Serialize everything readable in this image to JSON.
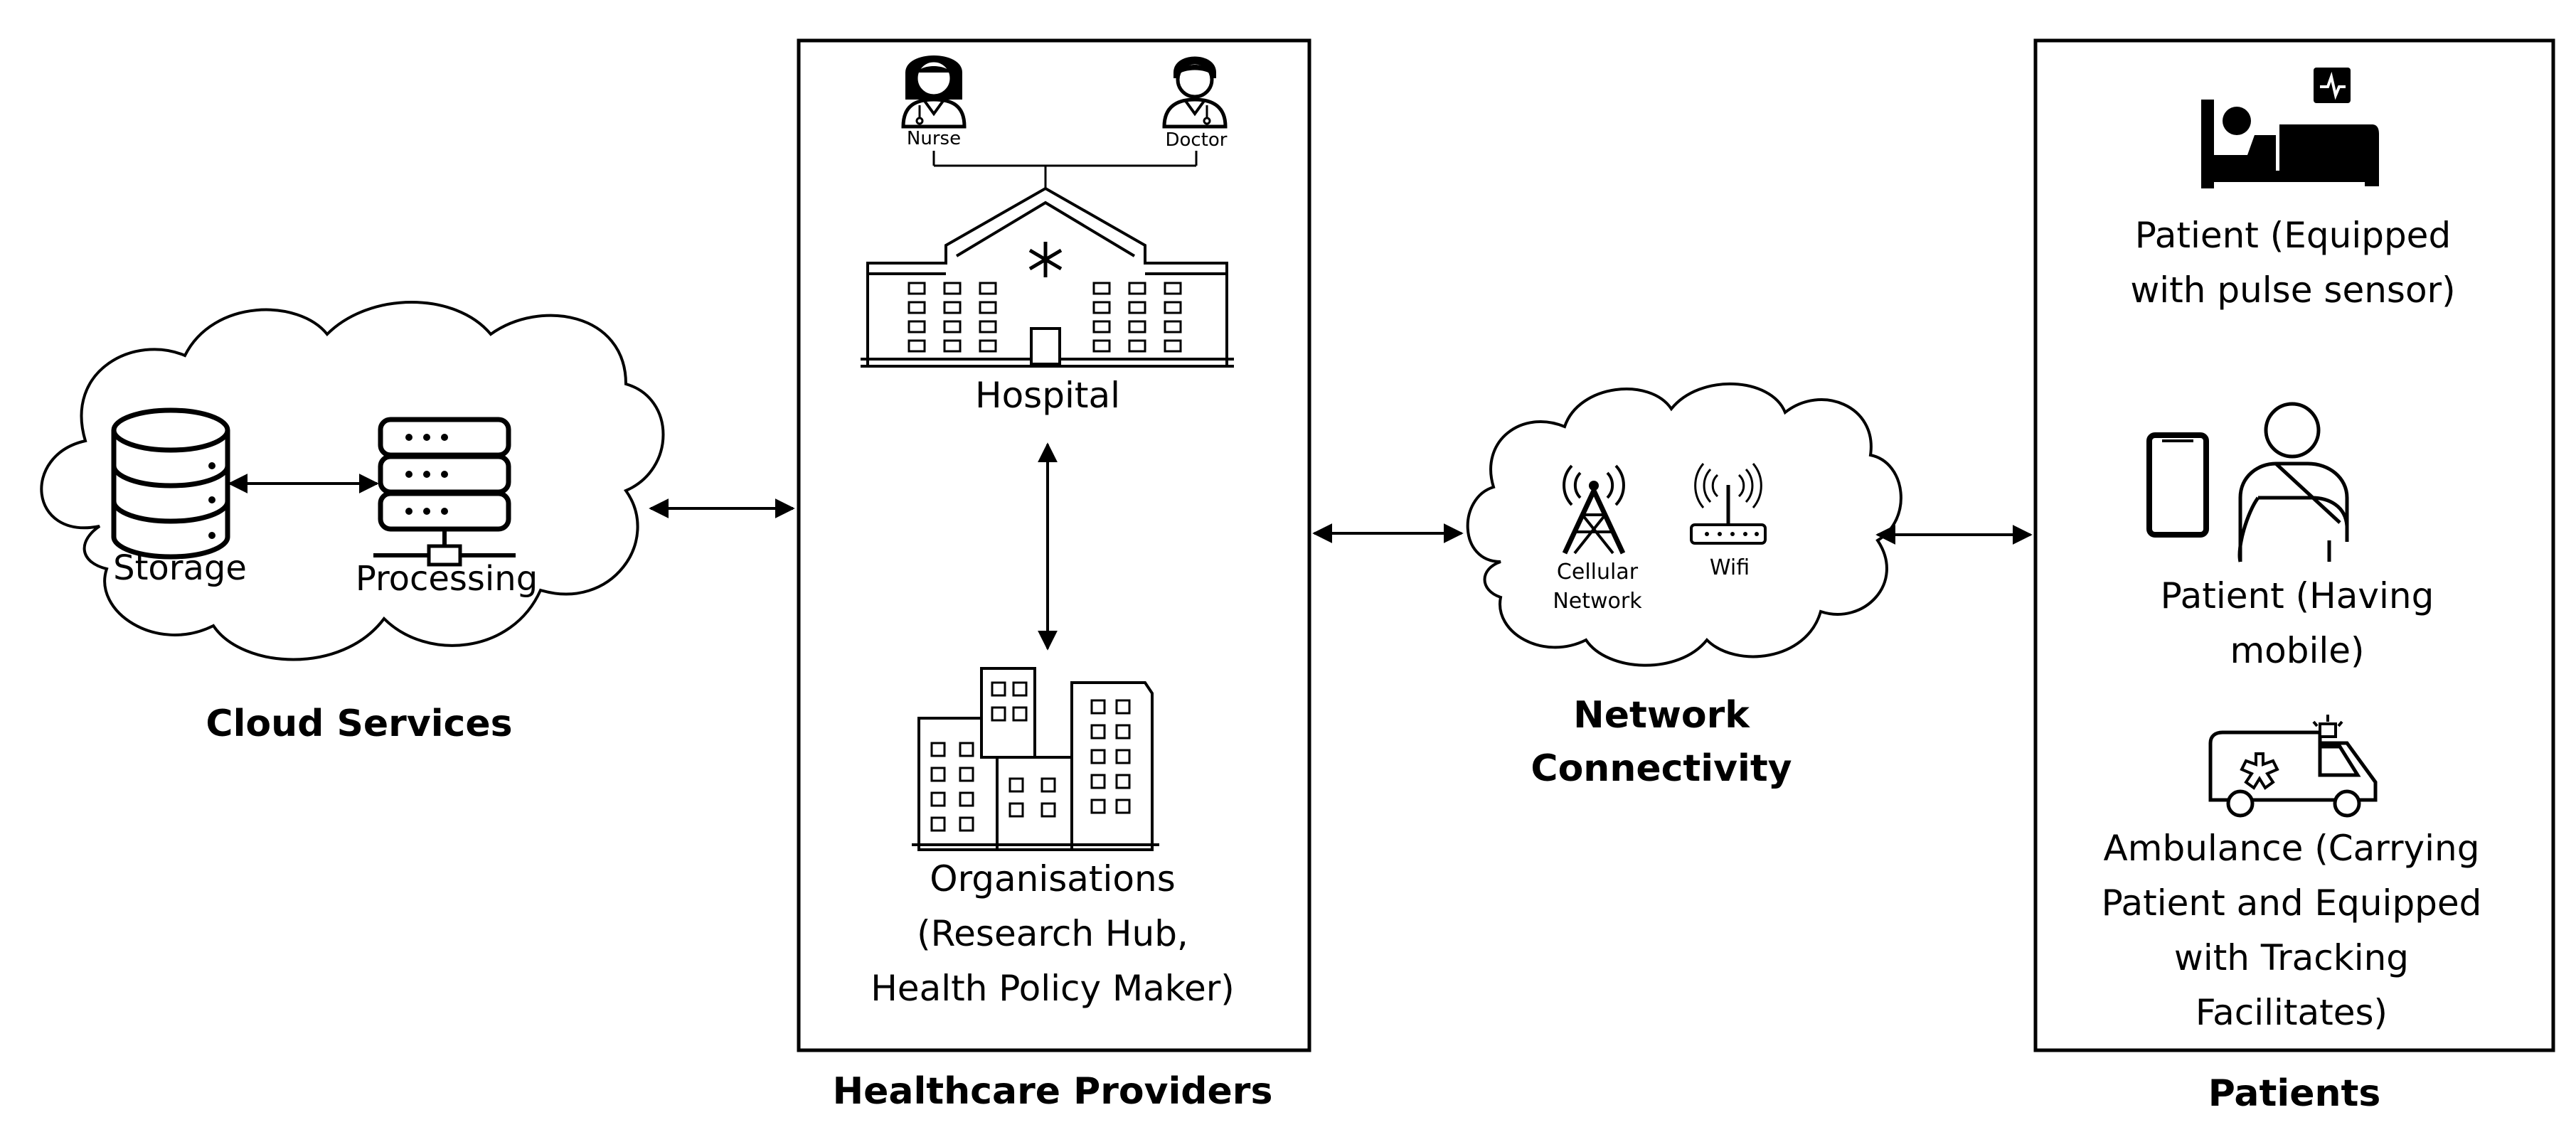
{
  "cloud_services": {
    "title": "Cloud Services",
    "storage_label": "Storage",
    "processing_label": "Processing"
  },
  "healthcare_providers": {
    "title": "Healthcare Providers",
    "nurse_label": "Nurse",
    "doctor_label": "Doctor",
    "hospital_label": "Hospital",
    "organisations_lines": [
      "Organisations",
      "(Research Hub,",
      "Health Policy Maker)"
    ]
  },
  "network": {
    "title_lines": [
      "Network",
      "Connectivity"
    ],
    "cellular_lines": [
      "Cellular",
      "Network"
    ],
    "wifi_label": "Wifi"
  },
  "patients": {
    "title": "Patients",
    "bed_patient_lines": [
      "Patient (Equipped",
      "with pulse sensor)"
    ],
    "mobile_patient_lines": [
      "Patient (Having",
      "mobile)"
    ],
    "ambulance_lines": [
      "Ambulance (Carrying",
      "Patient and Equipped",
      "with Tracking",
      "Facilitates)"
    ]
  }
}
